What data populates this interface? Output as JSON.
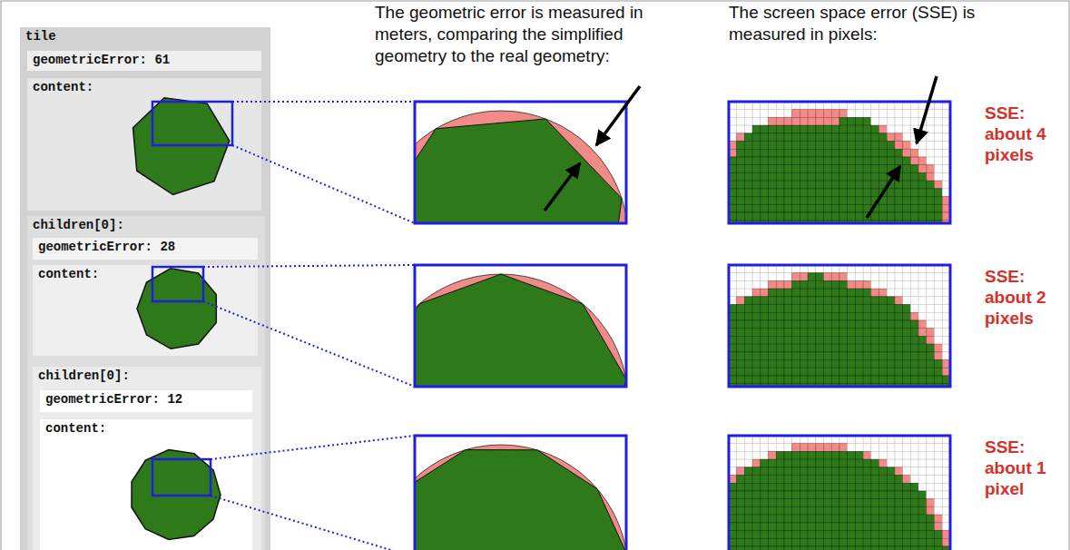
{
  "diagram": {
    "nodes": [
      {
        "text": [
          "tile"
        ]
      },
      {
        "text": [
          "geometricError: 61"
        ],
        "in": 0
      },
      {
        "text": [
          "content:"
        ],
        "in": 0
      },
      {
        "text": [
          "children[0]:"
        ],
        "in": 0
      },
      {
        "text": [
          "geometricError: 28"
        ],
        "in": 3
      },
      {
        "text": [
          "content:"
        ],
        "in": 3
      },
      {
        "text": [
          "children[0]:"
        ],
        "in": 3
      },
      {
        "text": [
          "geometricError: 12"
        ],
        "in": 6
      },
      {
        "text": [
          "content:"
        ],
        "in": 6
      }
    ],
    "labels": [
      "The geometric error is measured in meters, comparing the simplified geometry to the real geometry:",
      "The screen space error (SSE) is measured in pixels:",
      "SSE: about 4 pixels",
      "SSE: about 2 pixels",
      "SSE: about 1 pixel"
    ]
  }
}
